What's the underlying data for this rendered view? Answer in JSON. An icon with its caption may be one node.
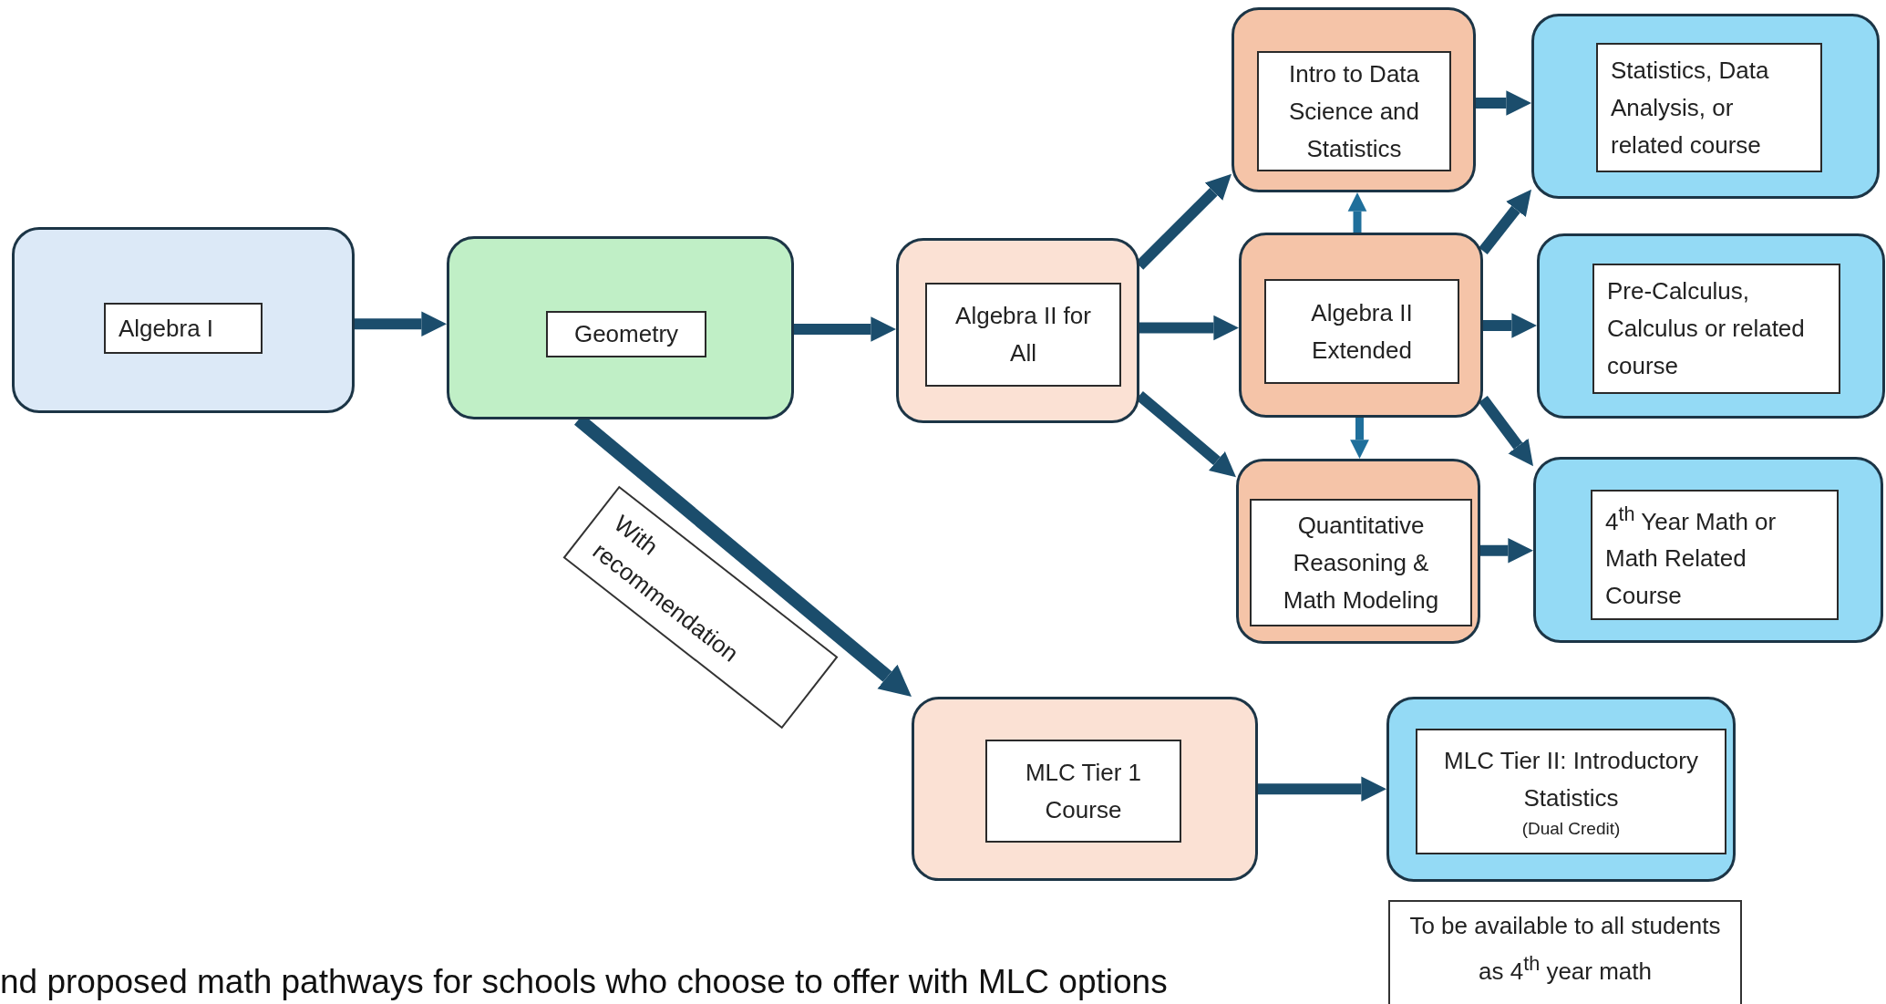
{
  "diagram": {
    "nodes": [
      {
        "text": [
          "Algebra I"
        ]
      },
      {
        "text": [
          "Geometry"
        ]
      },
      {
        "text": [
          "Algebra II for All"
        ]
      },
      {
        "text": [
          "Intro to Data Science and Statistics"
        ]
      },
      {
        "text": [
          "Algebra II Extended"
        ]
      },
      {
        "text": [
          "Quantitative Reasoning & Math Modeling"
        ]
      },
      {
        "text": [
          "Statistics, Data Analysis, or related course"
        ]
      },
      {
        "text": [
          "Pre-Calculus, Calculus or related course"
        ]
      },
      {
        "text": [
          "4$^{th}$ Year Math or Math Related Course"
        ]
      },
      {
        "text": [
          "MLC Tier 1 Course"
        ]
      },
      {
        "text": [
          "MLC Tier II: Introductory Statistics",
          "(Dual Credit)"
        ]
      },
      {
        "text": [
          "To be available to all students as 4$^{th}$ year math"
        ]
      }
    ],
    "edges": [
      {
        "from": 0,
        "to": 1,
        "arrow": "to"
      },
      {
        "from": 1,
        "to": 2,
        "arrow": "to"
      },
      {
        "from": 2,
        "to": 3,
        "arrow": "to"
      },
      {
        "from": 2,
        "to": 4,
        "arrow": "to"
      },
      {
        "from": 2,
        "to": 5,
        "arrow": "to"
      },
      {
        "from": 4,
        "to": 3,
        "arrow": "to",
        "color": "#1f6f9b"
      },
      {
        "from": 4,
        "to": 5,
        "arrow": "to",
        "color": "#1f6f9b"
      },
      {
        "from": 3,
        "to": 6,
        "arrow": "to"
      },
      {
        "from": 4,
        "to": 6,
        "arrow": "to"
      },
      {
        "from": 4,
        "to": 7,
        "arrow": "to"
      },
      {
        "from": 4,
        "to": 8,
        "arrow": "to"
      },
      {
        "from": 5,
        "to": 8,
        "arrow": "to"
      },
      {
        "from": 1,
        "to": 9,
        "arrow": "to",
        "label": "With recommendation"
      },
      {
        "from": 9,
        "to": 10,
        "arrow": "to"
      }
    ],
    "labels": [
      "nd proposed math pathways for schools who choose to offer with MLC options"
    ]
  }
}
